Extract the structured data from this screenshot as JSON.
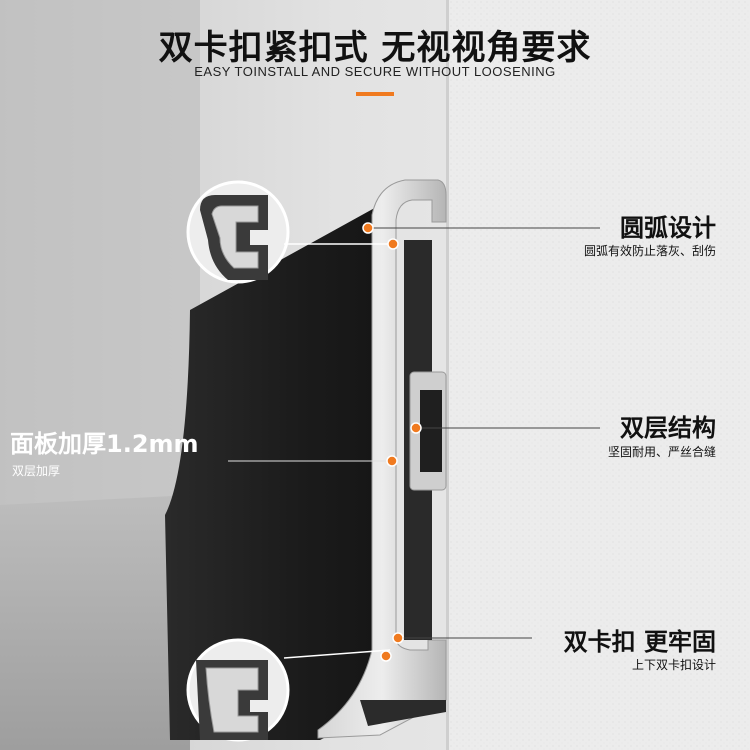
{
  "header": {
    "title": "双卡扣紧扣式 无视视角要求",
    "subtitle": "EASY TOINSTALL AND SECURE WITHOUT LOOSENING"
  },
  "callouts": {
    "arc": {
      "title": "圆弧设计",
      "desc": "圆弧有效防止落灰、刮伤"
    },
    "double_layer": {
      "title": "双层结构",
      "desc": "坚固耐用、严丝合缝"
    },
    "double_clip": {
      "title": "双卡扣 更牢固",
      "desc": "上下双卡扣设计"
    },
    "panel": {
      "title": "面板加厚1.2mm",
      "desc": "双层加厚"
    }
  },
  "colors": {
    "accent": "#f07a1f",
    "panel": "#1e1e1e",
    "wall": "#e8e8e8",
    "metal": "#c8c8c8"
  }
}
